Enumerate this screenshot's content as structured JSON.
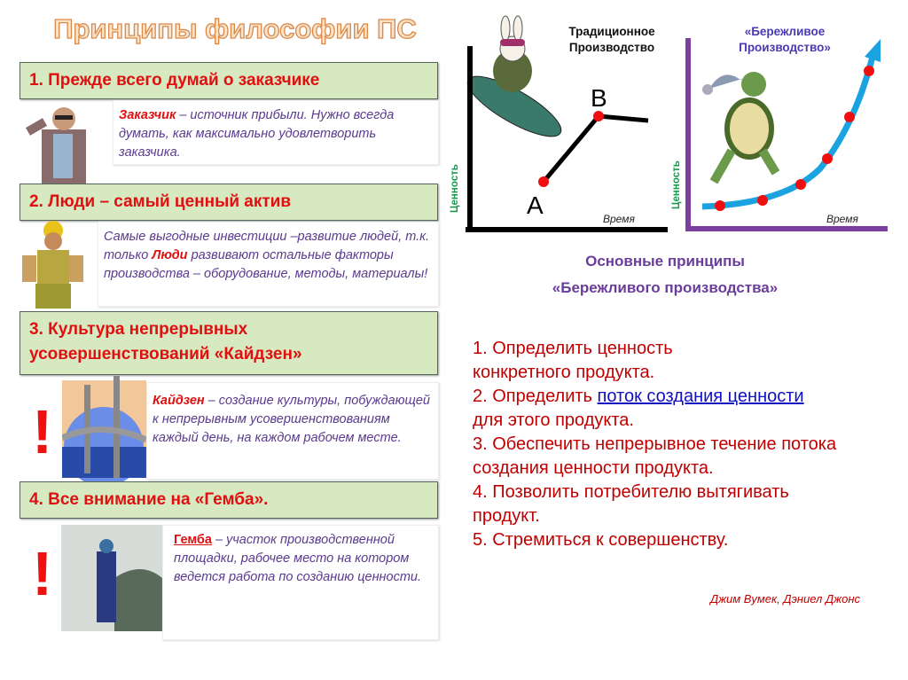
{
  "title": "Принципы философии ПС",
  "principles": [
    {
      "heading": "1. Прежде всего думай о заказчике",
      "term": "Заказчик",
      "text": " – источник прибыли. Нужно всегда думать, как максимально удовлетворить заказчика."
    },
    {
      "heading": "2. Люди – самый ценный актив",
      "text_before": "Самые выгодные  инвестиции –развитие людей,  т.к.  только ",
      "term": "Люди",
      "text_after": "  развивают остальные  факторы  производства  – оборудование,  методы,  материалы!"
    },
    {
      "heading": "3. Культура непрерывных усовершенствований «Кайдзен»",
      "term": "Кайдзен",
      "text": " – создание культуры, побуждающей к непрерывным усовершенствованиям каждый день, на каждом рабочем месте.",
      "mark": "!"
    },
    {
      "heading": "4. Все внимание на «Гемба».",
      "term": "Гемба",
      "text": " – участок производственной площадки, рабочее место на котором ведется работа по созданию ценности.",
      "mark": "!"
    }
  ],
  "charts": {
    "traditional": {
      "title_l1": "Традиционное",
      "title_l2": "Производство",
      "ylabel": "Ценность",
      "xlabel": "Время",
      "point_a": "A",
      "point_b": "B"
    },
    "lean": {
      "title_l1": "«Бережливое",
      "title_l2": "Производство»",
      "ylabel": "Ценность",
      "xlabel": "Время"
    }
  },
  "caption": {
    "l1": "Основные принципы",
    "l2": "«Бережливого производства»"
  },
  "list": {
    "i1": "1. Определить ценность конкретного продукта.",
    "i2_pre": "2. Определить ",
    "i2_link": "поток создания ценности",
    "i2_post": " для этого продукта.",
    "i3": "3. Обеспечить непрерывное течение потока создания ценности продукта.",
    "i4": "4. Позволить потребителю вытягивать продукт.",
    "i5": "5. Стремиться к совершенству."
  },
  "author": "Джим Вумек, Дэниел Джонс",
  "colors": {
    "heading_bg": "#d6e9c1",
    "accent_red": "#e01010",
    "desc_purple": "#5a3a8e",
    "lean_axis": "#7b3fa0",
    "curve": "#1aa3e0"
  }
}
